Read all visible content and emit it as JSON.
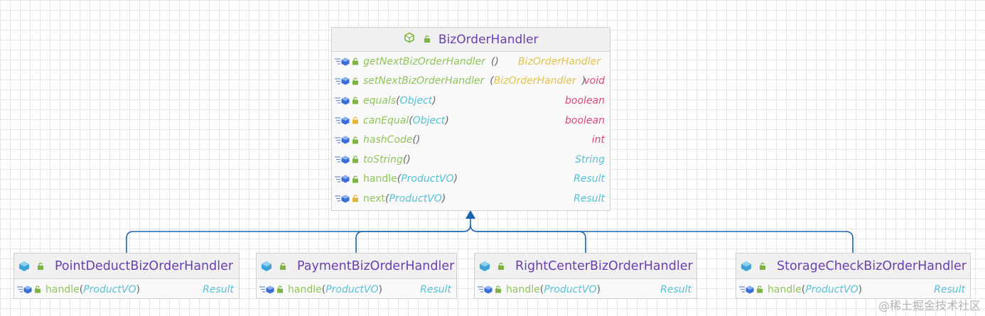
{
  "main_class": {
    "name": "BizOrderHandler",
    "methods": [
      {
        "name": "getNextBizOrderHandler",
        "params": "",
        "params_yellow": false,
        "returns": "BizOrderHandler",
        "return_style": "yellow",
        "open": "",
        "close": "()",
        "italic_name": true,
        "lock": "green"
      },
      {
        "name": "setNextBizOrderHandler",
        "params": "BizOrderHandler",
        "params_yellow": true,
        "returns": "void",
        "return_style": "pink",
        "open": "(",
        "close": ")",
        "italic_name": true,
        "lock": "green"
      },
      {
        "name": "equals",
        "params": "Object",
        "params_yellow": false,
        "returns": "boolean",
        "return_style": "pink",
        "open": "(",
        "close": ")",
        "italic_name": true,
        "lock": "green"
      },
      {
        "name": "canEqual",
        "params": "Object",
        "params_yellow": false,
        "returns": "boolean",
        "return_style": "pink",
        "open": "(",
        "close": ")",
        "italic_name": true,
        "lock": "yellow"
      },
      {
        "name": "hashCode",
        "params": "",
        "params_yellow": false,
        "returns": "int",
        "return_style": "pink",
        "open": "",
        "close": "()",
        "italic_name": true,
        "lock": "green"
      },
      {
        "name": "toString",
        "params": "",
        "params_yellow": false,
        "returns": "String",
        "return_style": "cyan",
        "open": "",
        "close": "()",
        "italic_name": true,
        "lock": "green"
      },
      {
        "name": "handle",
        "params": "ProductVO",
        "params_yellow": false,
        "returns": "Result",
        "return_style": "cyan",
        "open": "(",
        "close": ")",
        "italic_name": false,
        "lock": "green"
      },
      {
        "name": "next",
        "params": "ProductVO",
        "params_yellow": false,
        "returns": "Result",
        "return_style": "cyan",
        "open": "(",
        "close": ")",
        "italic_name": false,
        "lock": "yellow"
      }
    ]
  },
  "subclasses": [
    {
      "name": "PointDeductBizOrderHandler",
      "method": "handle",
      "param": "ProductVO",
      "returns": "Result"
    },
    {
      "name": "PaymentBizOrderHandler",
      "method": "handle",
      "param": "ProductVO",
      "returns": "Result"
    },
    {
      "name": "RightCenterBizOrderHandler",
      "method": "handle",
      "param": "ProductVO",
      "returns": "Result"
    },
    {
      "name": "StorageCheckBizOrderHandler",
      "method": "handle",
      "param": "ProductVO",
      "returns": "Result"
    }
  ],
  "watermark": "@稀土掘金技术社区",
  "colors": {
    "class_name": "#6a3fb0",
    "method_name": "#8fc45a",
    "param_type": "#56c1d6",
    "return_yellow": "#e3c24d",
    "return_pink": "#e0457b",
    "connector": "#1a62b0"
  }
}
